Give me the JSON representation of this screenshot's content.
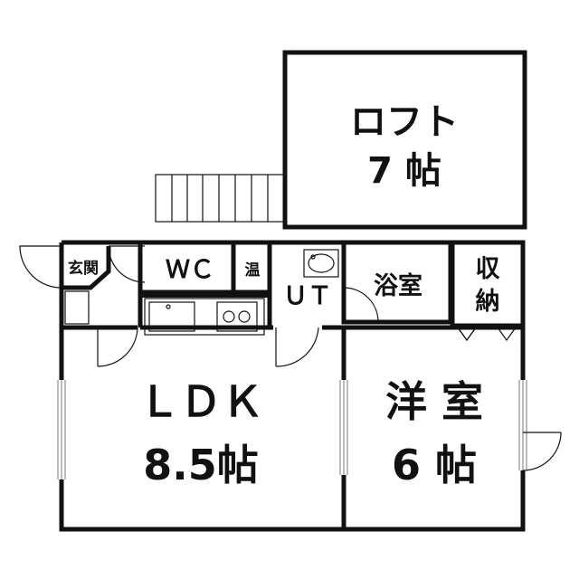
{
  "rooms": {
    "loft": {
      "line1": "ロフト",
      "line2": "7 帖"
    },
    "ldk": {
      "line1": "ＬＤＫ",
      "line2": "8.5帖"
    },
    "western": {
      "line1": "洋 室",
      "line2": "6 帖"
    },
    "bath": "浴室",
    "storage": {
      "line1": "収",
      "line2": "納"
    },
    "wc": "ＷＣ",
    "water_heater": "温",
    "utility": "ＵＴ",
    "entrance": "玄関"
  }
}
